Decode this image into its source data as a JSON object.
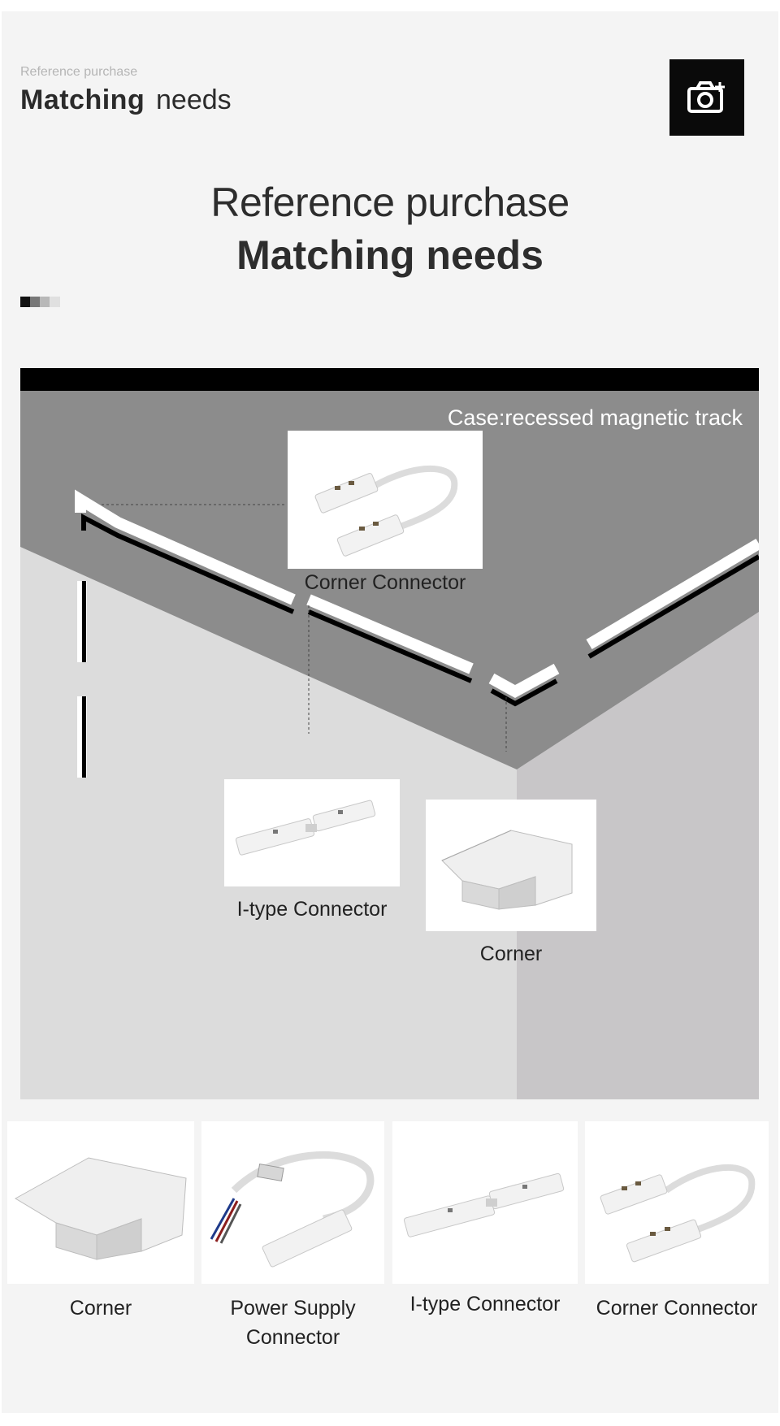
{
  "header": {
    "small_text": "Reference purchase",
    "bold_text": "Matching",
    "light_text": "needs",
    "icon": "camera-plus-icon"
  },
  "hero": {
    "line1": "Reference purchase",
    "line2": "Matching needs"
  },
  "decor": {
    "square_colors": [
      "#111111",
      "#777777",
      "#b8b8b8",
      "#e0e0e0"
    ]
  },
  "scene": {
    "case_label": "Case:recessed magnetic track",
    "callouts": [
      {
        "label": "Corner Connector",
        "icon": "corner-connector-icon"
      },
      {
        "label": "I-type Connector",
        "icon": "i-type-connector-icon"
      },
      {
        "label": "Corner",
        "icon": "corner-profile-icon"
      }
    ]
  },
  "products": [
    {
      "label": "Corner",
      "icon": "corner-profile-icon"
    },
    {
      "label": "Power Supply Connector",
      "label_line1": "Power Supply",
      "label_line2": "Connector",
      "icon": "power-supply-connector-icon"
    },
    {
      "label": "I-type Connector",
      "icon": "i-type-connector-icon"
    },
    {
      "label": "Corner Connector",
      "icon": "corner-connector-icon"
    }
  ]
}
